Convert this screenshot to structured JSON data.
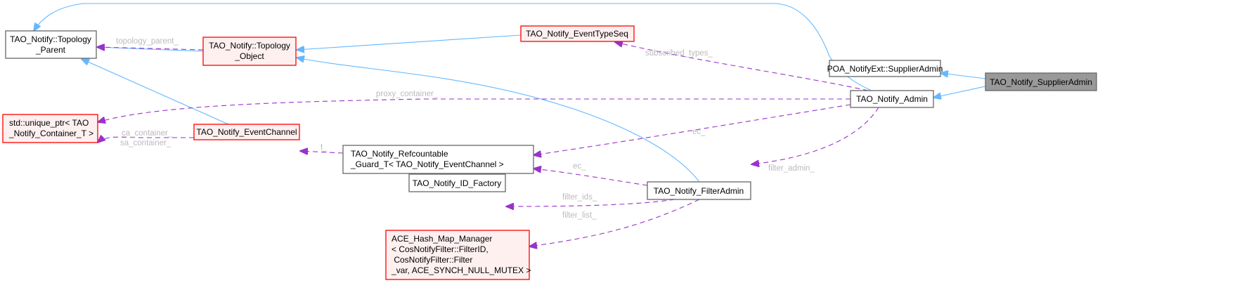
{
  "nodes": {
    "topology_parent": [
      "TAO_Notify::Topology",
      "_Parent"
    ],
    "topology_object": [
      "TAO_Notify::Topology",
      "_Object"
    ],
    "event_type_seq": [
      "TAO_Notify_EventTypeSeq"
    ],
    "poa_supplier_admin": [
      "POA_NotifyExt::SupplierAdmin"
    ],
    "supplier_admin": [
      "TAO_Notify_SupplierAdmin"
    ],
    "admin": [
      "TAO_Notify_Admin"
    ],
    "unique_ptr": [
      "std::unique_ptr< TAO",
      "_Notify_Container_T >"
    ],
    "event_channel": [
      "TAO_Notify_EventChannel"
    ],
    "refcountable": [
      "TAO_Notify_Refcountable",
      "_Guard_T< TAO_Notify_EventChannel >"
    ],
    "filter_admin": [
      "TAO_Notify_FilterAdmin"
    ],
    "id_factory": [
      "TAO_Notify_ID_Factory"
    ],
    "hash_map": [
      "ACE_Hash_Map_Manager",
      "< CosNotifyFilter::FilterID,",
      " CosNotifyFilter::Filter",
      "_var, ACE_SYNCH_NULL_MUTEX >"
    ]
  },
  "edge_labels": {
    "topology_parent": "topology_parent_",
    "subscribed_types": "subscribed_types_",
    "proxy_container": "proxy_container_",
    "ca_container": "ca_container_",
    "sa_container": "sa_container_",
    "t": "t_",
    "ec_admin": "ec_",
    "ec_filter": "ec_",
    "filter_admin": "filter_admin_",
    "filter_ids": "filter_ids_",
    "filter_list": "filter_list_"
  },
  "colors": {
    "inheritance": "#63b8ff",
    "usage": "#9a32cd",
    "incomplete_node_border": "#ff0000",
    "current_node_fill": "#999999"
  }
}
